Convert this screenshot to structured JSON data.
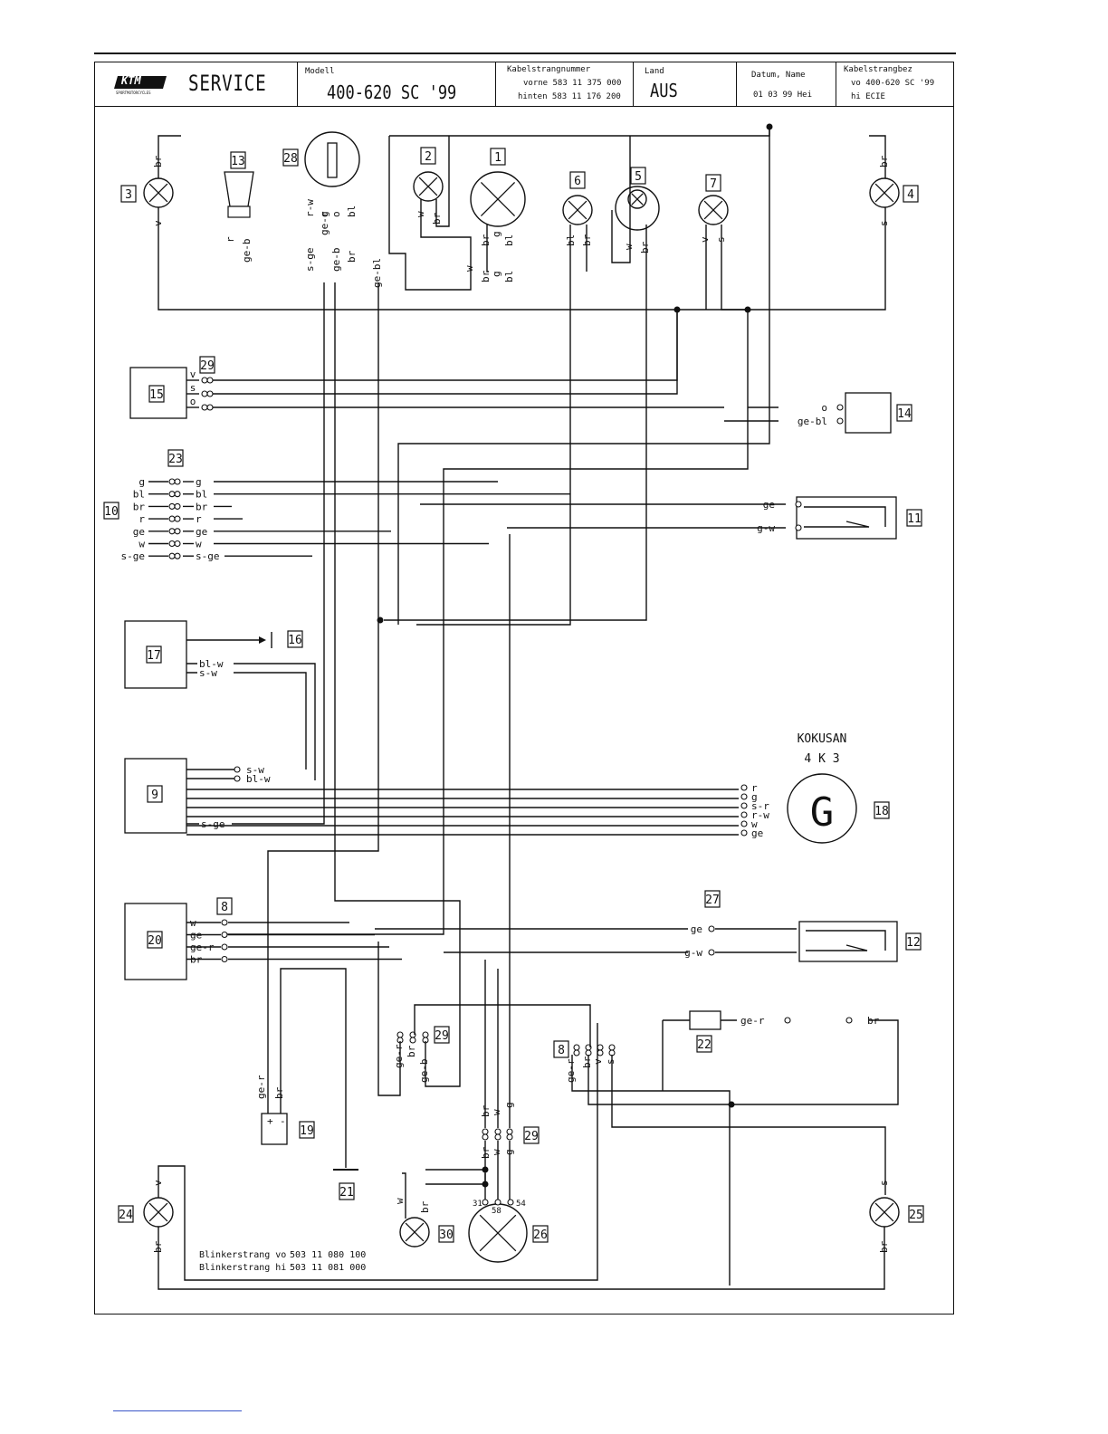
{
  "header": {
    "brand": "KTM",
    "brand_tagline": "SPORTMOTORCYCLES",
    "service_label": "SERVICE",
    "modell_label": "Modell",
    "modell_value": "400-620 SC '99",
    "kabelstrangnummer_label": "Kabelstrangnummer",
    "kabel_vorne": "vorne 583 11 375 000",
    "kabel_hinten": "hinten 583 11 176 200",
    "land_label": "Land",
    "land_value": "AUS",
    "datum_label": "Datum, Name",
    "datum_value": "01 03 99 Hei",
    "kabelstrangbez_label": "Kabelstrangbez",
    "bez_vo": "vo  400-620 SC '99",
    "bez_hi": "hi  ECIE"
  },
  "components": [
    "1",
    "2",
    "3",
    "4",
    "5",
    "6",
    "7",
    "8",
    "9",
    "10",
    "11",
    "12",
    "13",
    "14",
    "15",
    "16",
    "17",
    "18",
    "19",
    "20",
    "21",
    "22",
    "23",
    "24",
    "25",
    "26",
    "27",
    "28",
    "29",
    "30"
  ],
  "generator_label_1": "KOKUSAN",
  "generator_label_2": "4 K 3",
  "generator_symbol": "G",
  "lamp_pins": [
    "31",
    "58",
    "54"
  ],
  "connector_23_left": [
    "g",
    "bl",
    "br",
    "r",
    "ge",
    "w",
    "s-ge"
  ],
  "connector_23_right": [
    "g",
    "bl",
    "br",
    "r",
    "ge",
    "w",
    "s-ge"
  ],
  "connector_29_top": [
    "v",
    "s",
    "o"
  ],
  "connector_14": [
    "o",
    "ge-bl"
  ],
  "connector_11": [
    "ge",
    "g-w"
  ],
  "connector_12": [
    "ge",
    "g-w"
  ],
  "connector_17": [
    "bl-w",
    "s-w"
  ],
  "connector_9_in": [
    "s-w",
    "bl-w"
  ],
  "connector_9_out": "s-ge",
  "connector_18": [
    "r",
    "g",
    "s-r",
    "r-w",
    "w",
    "ge"
  ],
  "connector_20": [
    "w",
    "ge",
    "ge-r",
    "br"
  ],
  "connector_22": [
    "ge-r",
    "br"
  ],
  "wire_28": [
    "r-w",
    "s-ge",
    "ge-r",
    "g",
    "o",
    "ge-b",
    "bl",
    "br"
  ],
  "wire_13": [
    "r",
    "ge-b"
  ],
  "wire_misc": [
    "ge-bl",
    "w",
    "br",
    "g",
    "bl",
    "v",
    "s",
    "w",
    "br",
    "ge-r",
    "ge-b",
    "br",
    "w",
    "g",
    "ge-r",
    "br",
    "v",
    "s",
    "+",
    "-",
    "br",
    "w",
    "br",
    "v",
    "s"
  ],
  "blinker_vo_label": "Blinkerstrang vo",
  "blinker_vo_value": "503 11 080 100",
  "blinker_hi_label": "Blinkerstrang hi",
  "blinker_hi_value": "503 11 081 000"
}
